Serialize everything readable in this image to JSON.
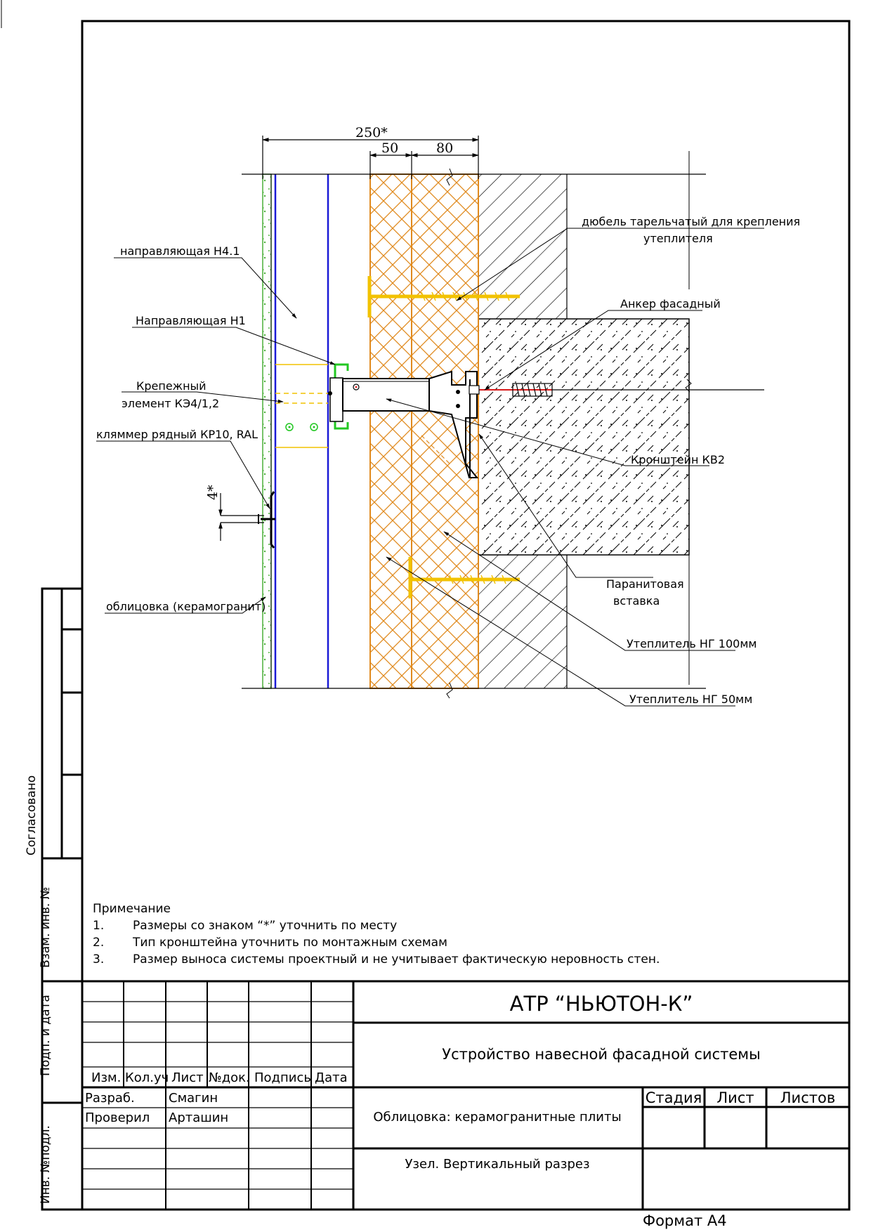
{
  "dimensions": {
    "overall": "250*",
    "insulation_50": "50",
    "insulation_80": "80",
    "gap": "4*"
  },
  "callouts": {
    "dowel": "дюбель тарельчатый для крепления",
    "dowel_2": "утеплителя",
    "guide_h41": "направляющая Н4.1",
    "anchor": "Анкер фасадный",
    "guide_h1": "Направляющая Н1",
    "fastener_1": "Крепежный",
    "fastener_2": "элемент КЭ4/1,2",
    "bracket": "Кронштейн КВ2",
    "clamp": "кляммер рядный КР10, RAL",
    "paronite_1": "Паранитовая",
    "paronite_2": "вставка",
    "cladding": "облицовка (керамогранит)",
    "insul_100": "Утеплитель НГ 100мм",
    "insul_50": "Утеплитель НГ 50мм"
  },
  "notes": {
    "title": "Примечание",
    "items": [
      {
        "num": "1.",
        "text": "Размеры со знаком “*” уточнить по месту"
      },
      {
        "num": "2.",
        "text": "Тип кронштейна уточнить по монтажным схемам"
      },
      {
        "num": "3.",
        "text": "Размер выноса системы проектный и не учитывает фактическую неровность стен."
      }
    ]
  },
  "side_stamp": {
    "agreed": "Согласовано",
    "replace_inv": "Взам. инв. №",
    "sign_date": "Подп. и дата",
    "inv_orig": "Инв. №подл."
  },
  "title_block": {
    "company": "АТР “НЬЮТОН-К”",
    "project": "Устройство навесной фасадной системы",
    "cladding": "Облицовка: керамогранитные плиты",
    "sheet_title": "Узел. Вертикальный разрез",
    "headers": [
      "Изм.",
      "Кол.уч",
      "Лист",
      "№док.",
      "Подпись",
      "Дата"
    ],
    "stage_headers": [
      "Стадия",
      "Лист",
      "Листов"
    ],
    "roles": [
      {
        "role": "Разраб.",
        "name": "Смагин"
      },
      {
        "role": "Проверил",
        "name": "Арташин"
      }
    ],
    "format": "Формат А4"
  },
  "colors": {
    "insulation": "#e08a1e",
    "guide": "#1a1ad6",
    "cladding": "#4caf3a",
    "dowel": "#f2c200",
    "bracket_green": "#22c722",
    "anchor_red": "#d81a1a"
  }
}
